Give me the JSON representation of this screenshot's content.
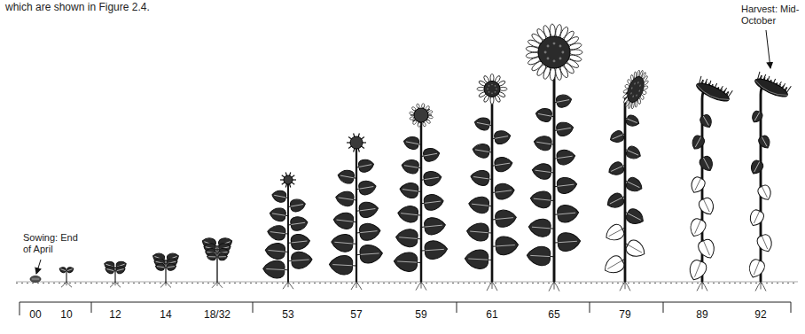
{
  "diagram": {
    "labels": [
      "which are shown in Figure 2.4.",
      "Harvest: Mid-October",
      "Sowing: End of April",
      "00",
      "10",
      "12",
      "14",
      "18/32",
      "53",
      "57",
      "59",
      "61",
      "65",
      "79",
      "89",
      "92"
    ]
  }
}
